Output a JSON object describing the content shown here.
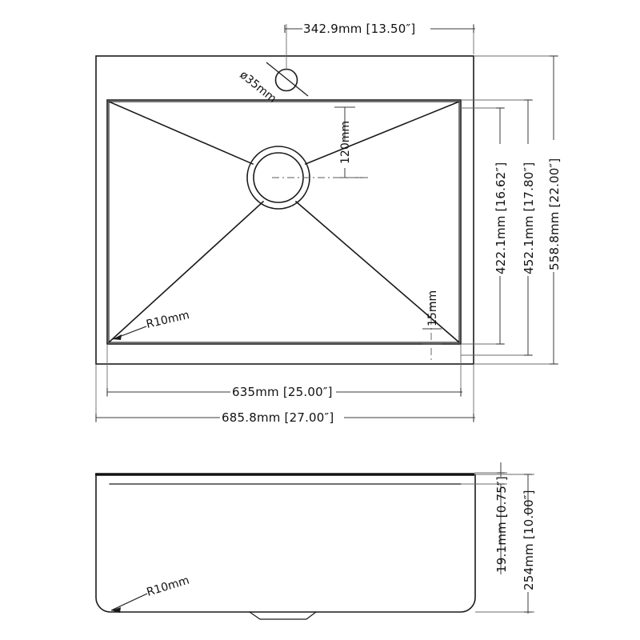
{
  "document": {
    "kind": "engineering-dimension-drawing",
    "subject": "Single bowl kitchen sink",
    "views": [
      "top-view",
      "front-section-view"
    ],
    "line_color": "#1a1a1a",
    "dimension_color": "#3b3b3b",
    "background_color": "#ffffff"
  },
  "top_view": {
    "dimensions": {
      "faucet_hole_offset": "342.9mm [13.50″]",
      "faucet_hole_diameter": "ø35mm",
      "drain_offset_from_rear": "120mm",
      "bowl_width_inner": "635mm [25.00″]",
      "overall_width": "685.8mm [27.00″]",
      "bowl_depth_inner": "422.1mm [16.62″]",
      "bowl_depth_mid": "452.1mm [17.80″]",
      "overall_depth": "558.8mm [22.00″]",
      "front_rim_width": "15mm",
      "corner_radius": "R10mm"
    }
  },
  "side_view": {
    "dimensions": {
      "rim_thickness": "19.1mm [0.75″]",
      "bowl_height": "254mm [10.00″]",
      "corner_radius": "R10mm"
    }
  },
  "labels": {
    "faucet_offset": "342.9mm [13.50″]",
    "faucet_dia": "ø35mm",
    "drain_offset": "120mm",
    "bowl_width": "635mm [25.00″]",
    "overall_width": "685.8mm [27.00″]",
    "bowl_depth": "422.1mm [16.62″]",
    "bowl_depth_mid": "452.1mm [17.80″]",
    "overall_depth": "558.8mm [22.00″]",
    "rim_front": "15mm",
    "radius_top": "R10mm",
    "rim_thickness": "19.1mm [0.75″]",
    "bowl_height": "254mm [10.00″]",
    "radius_side": "R10mm"
  }
}
